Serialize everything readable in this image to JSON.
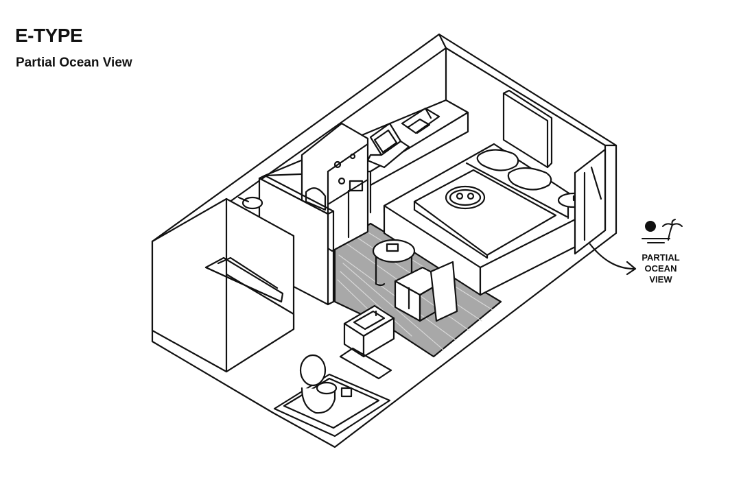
{
  "header": {
    "title": "E-TYPE",
    "subtitle": "Partial Ocean View"
  },
  "view_callout": {
    "icon": "sun-palm-ocean-icon",
    "label_lines": [
      "PARTIAL",
      "OCEAN",
      "VIEW"
    ]
  },
  "colors": {
    "line": "#111111",
    "floor_wood": "#a8a8a8",
    "background": "#ffffff"
  }
}
